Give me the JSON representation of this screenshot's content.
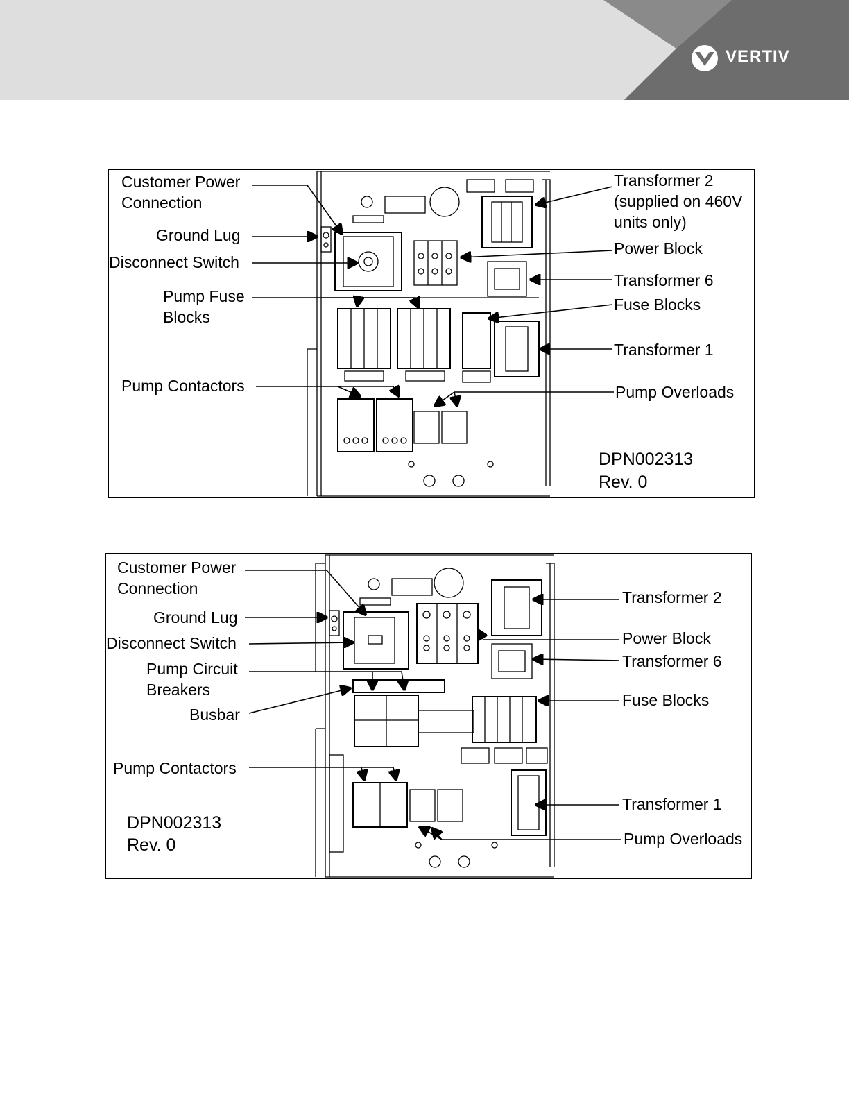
{
  "header": {
    "brand": "VERTIV",
    "logo_icon": "vertiv-chevron-logo",
    "band_color": "#dedede",
    "accent_dark": "#6d6d6d",
    "accent_mid": "#8a8a8a"
  },
  "figure1": {
    "labels": {
      "customer_power": "Customer Power\nConnection",
      "ground_lug": "Ground Lug",
      "disconnect_switch": "Disconnect Switch",
      "pump_fuse_blocks": "Pump Fuse\nBlocks",
      "pump_contactors": "Pump Contactors",
      "transformer2": "Transformer 2\n(supplied on 460V\nunits only)",
      "power_block": "Power Block",
      "transformer6": "Transformer 6",
      "fuse_blocks": "Fuse Blocks",
      "transformer1": "Transformer 1",
      "pump_overloads": "Pump Overloads",
      "dpn": "DPN002313\nRev. 0"
    }
  },
  "figure2": {
    "labels": {
      "customer_power": "Customer Power\nConnection",
      "ground_lug": "Ground Lug",
      "disconnect_switch": "Disconnect Switch",
      "pump_circuit_breakers": "Pump Circuit\nBreakers",
      "busbar": "Busbar",
      "pump_contactors": "Pump Contactors",
      "transformer2": "Transformer 2",
      "power_block": "Power Block",
      "transformer6": "Transformer 6",
      "fuse_blocks": "Fuse Blocks",
      "transformer1": "Transformer 1",
      "pump_overloads": "Pump Overloads",
      "dpn": "DPN002313\nRev. 0"
    }
  }
}
